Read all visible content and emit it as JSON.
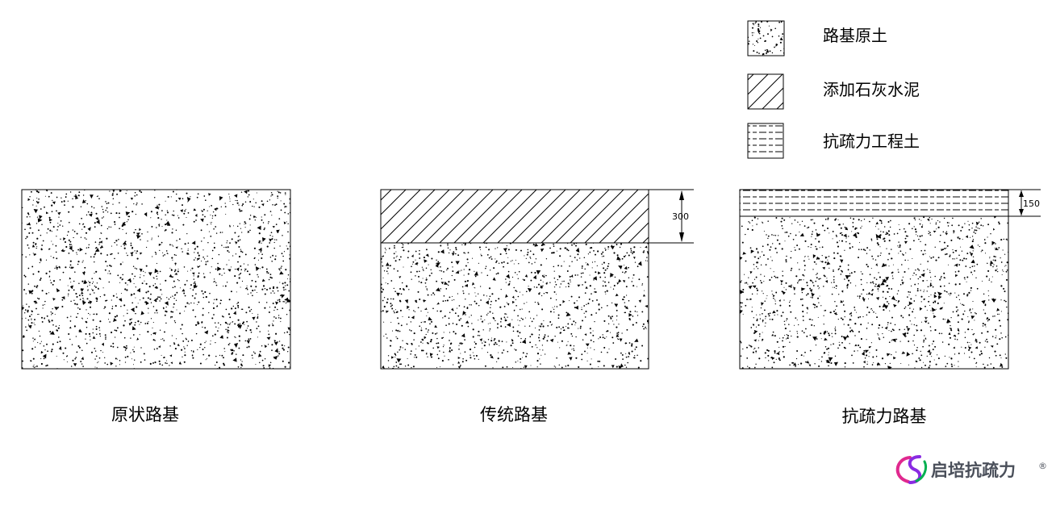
{
  "legend": {
    "items": [
      {
        "label": "路基原土",
        "pattern": "speckle"
      },
      {
        "label": "添加石灰水泥",
        "pattern": "hatch"
      },
      {
        "label": "抗疏力工程土",
        "pattern": "dash"
      }
    ]
  },
  "sections": [
    {
      "caption": "原状路基"
    },
    {
      "caption": "传统路基",
      "dimension": "300"
    },
    {
      "caption": "抗疏力路基",
      "dimension": "150"
    }
  ],
  "brand": {
    "name": "启培抗疏力",
    "mark": "®",
    "colors": [
      "#e0298f",
      "#8a2be2",
      "#00b050"
    ]
  }
}
